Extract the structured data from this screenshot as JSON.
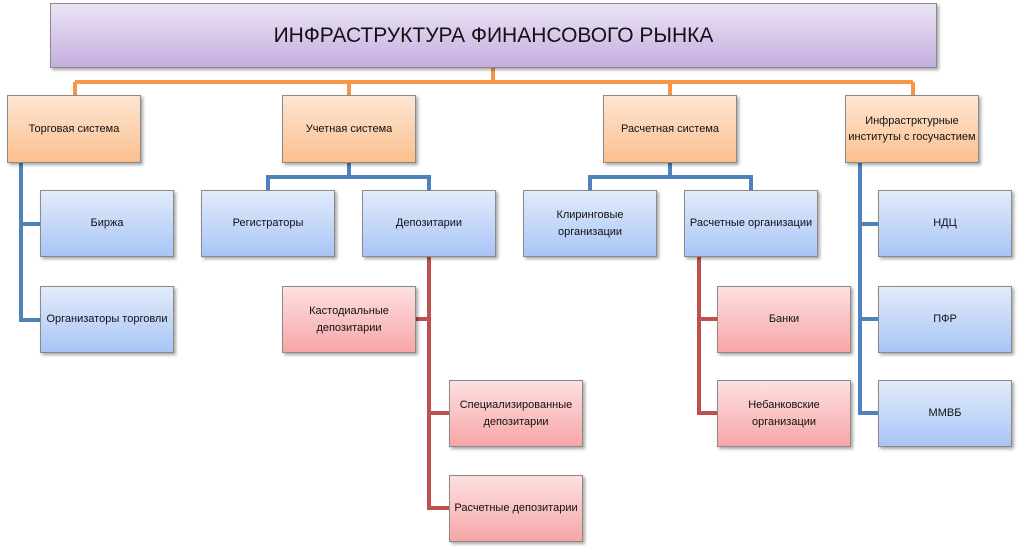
{
  "title": "ИНФРАСТРУКТУРА ФИНАНСОВОГО РЫНКА",
  "colors": {
    "orange_line": "#f79646",
    "blue_line": "#4f81bd",
    "red_line": "#c0504d"
  },
  "level1": [
    {
      "label": "Торговая система"
    },
    {
      "label": "Учетная система"
    },
    {
      "label": "Расчетная система"
    },
    {
      "label": "Инфрастрктурные институты с госучастием"
    }
  ],
  "trade": [
    "Биржа",
    "Организаторы торговли"
  ],
  "accounting": [
    "Регистраторы",
    "Депозитарии"
  ],
  "depositories": [
    "Кастодиальные депозитарии",
    "Специализированные депозитарии",
    "Расчетные депозитарии"
  ],
  "settlement": [
    "Клиринговые организации",
    "Расчетные организации"
  ],
  "settlement_orgs": [
    "Банки",
    "Небанковские организации"
  ],
  "state": [
    "НДЦ",
    "ПФР",
    "ММВБ"
  ]
}
